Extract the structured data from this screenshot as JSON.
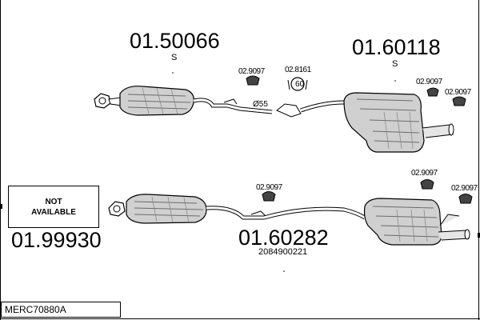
{
  "diagram": {
    "ref_code": "MERC70880A",
    "not_available": {
      "line1": "NOT",
      "line2": "AVAILABLE"
    },
    "parts": {
      "front_upper": {
        "number": "01.50066",
        "sub": "S"
      },
      "rear_upper": {
        "number": "01.60118",
        "sub": "S"
      },
      "left_unavailable": {
        "number": "01.99930"
      },
      "rear_lower": {
        "number": "01.60282",
        "sub": "2084900221"
      }
    },
    "small_parts": {
      "hanger_a": "02.9097",
      "clamp": "02.8161",
      "hanger_b": "02.9097",
      "hanger_c": "02.9097",
      "hanger_d": "02.9097",
      "hanger_e": "02.9097",
      "hanger_f": "02.9097"
    },
    "clamp_size": "60",
    "pipe_diameter": "Ø55"
  }
}
